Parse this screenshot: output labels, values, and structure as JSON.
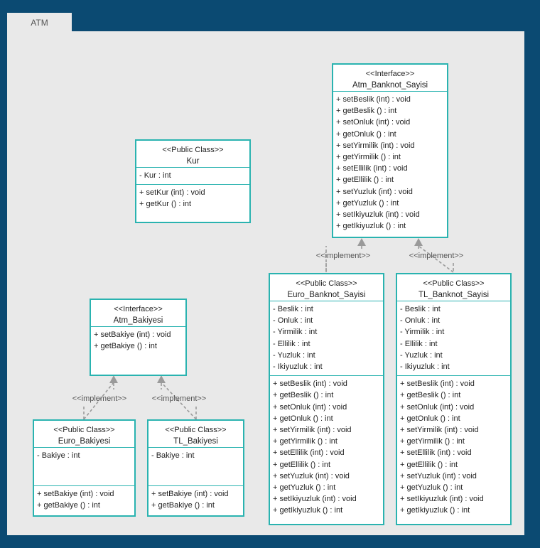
{
  "package": {
    "name": "ATM"
  },
  "classes": {
    "kur": {
      "stereotype": "<<Public Class>>",
      "name": "Kur",
      "attributes": [
        "- Kur : int"
      ],
      "operations": [
        "+ setKur (int) : void",
        "+ getKur () : int"
      ]
    },
    "atm_banknot_sayisi": {
      "stereotype": "<<Interface>>",
      "name": "Atm_Banknot_Sayisi",
      "attributes": [],
      "operations": [
        "+ setBeslik (int) : void",
        "+ getBeslik () : int",
        "+ setOnluk (int) : void",
        "+ getOnluk () : int",
        "+ setYirmilik (int) : void",
        "+ getYirmilik () : int",
        "+ setEllilik (int) : void",
        "+ getEllilik () : int",
        "+ setYuzluk (int) : void",
        "+ getYuzluk () : int",
        "+ setIkiyuzluk (int) : void",
        "+ getIkiyuzluk () : int"
      ]
    },
    "euro_banknot_sayisi": {
      "stereotype": "<<Public Class>>",
      "name": "Euro_Banknot_Sayisi",
      "attributes": [
        "- Beslik : int",
        "- Onluk : int",
        "- Yirmilik : int",
        "- Ellilik : int",
        "- Yuzluk : int",
        "- Ikiyuzluk : int"
      ],
      "operations": [
        "+ setBeslik (int) : void",
        "+ getBeslik () : int",
        "+ setOnluk (int) : void",
        "+ getOnluk () : int",
        "+ setYirmilik (int) : void",
        "+ getYirmilik () : int",
        "+ setEllilik (int) : void",
        "+ getEllilik () : int",
        "+ setYuzluk (int) : void",
        "+ getYuzluk () : int",
        "+ setIkiyuzluk (int) : void",
        "+ getIkiyuzluk () : int"
      ]
    },
    "tl_banknot_sayisi": {
      "stereotype": "<<Public Class>>",
      "name": "TL_Banknot_Sayisi",
      "attributes": [
        "- Beslik : int",
        "- Onluk : int",
        "- Yirmilik : int",
        "- Ellilik : int",
        "- Yuzluk : int",
        "- Ikiyuzluk : int"
      ],
      "operations": [
        "+ setBeslik (int) : void",
        "+ getBeslik () : int",
        "+ setOnluk (int) : void",
        "+ getOnluk () : int",
        "+ setYirmilik (int) : void",
        "+ getYirmilik () : int",
        "+ setEllilik (int) : void",
        "+ getEllilik () : int",
        "+ setYuzluk (int) : void",
        "+ getYuzluk () : int",
        "+ setIkiyuzluk (int) : void",
        "+ getIkiyuzluk () : int"
      ]
    },
    "atm_bakiyesi": {
      "stereotype": "<<Interface>>",
      "name": "Atm_Bakiyesi",
      "attributes": [],
      "operations": [
        "+ setBakiye (int) : void",
        "+ getBakiye () : int"
      ]
    },
    "euro_bakiyesi": {
      "stereotype": "<<Public Class>>",
      "name": "Euro_Bakiyesi",
      "attributes": [
        "- Bakiye : int"
      ],
      "operations": [
        "+ setBakiye (int) : void",
        "+ getBakiye () : int"
      ]
    },
    "tl_bakiyesi": {
      "stereotype": "<<Public Class>>",
      "name": "TL_Bakiyesi",
      "attributes": [
        "- Bakiye : int"
      ],
      "operations": [
        "+ setBakiye (int) : void",
        "+ getBakiye () : int"
      ]
    }
  },
  "relations": [
    {
      "from": "euro_banknot_sayisi",
      "to": "atm_banknot_sayisi",
      "label": "<<implement>>"
    },
    {
      "from": "tl_banknot_sayisi",
      "to": "atm_banknot_sayisi",
      "label": "<<implement>>"
    },
    {
      "from": "euro_bakiyesi",
      "to": "atm_bakiyesi",
      "label": "<<implement>>"
    },
    {
      "from": "tl_bakiyesi",
      "to": "atm_bakiyesi",
      "label": "<<implement>>"
    }
  ],
  "colors": {
    "background": "#0b4a72",
    "package": "#e9e9e9",
    "border": "#2ab3b0",
    "connector": "#9a9a9a"
  }
}
